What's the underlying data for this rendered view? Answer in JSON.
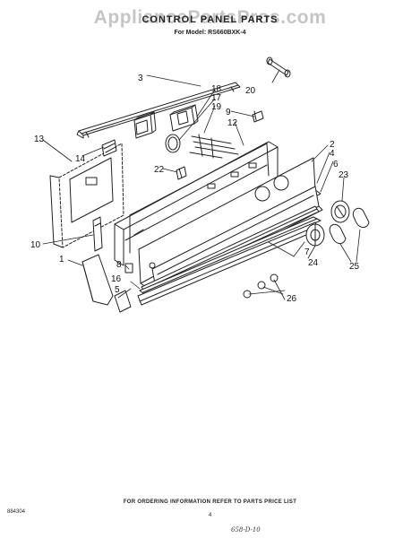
{
  "watermark": "AppliancePartsPros.com",
  "header": {
    "title": "CONTROL PANEL PARTS",
    "model": "For Model: RS660BXK-4"
  },
  "callouts": [
    "1",
    "2",
    "3",
    "4",
    "5",
    "6",
    "7",
    "8",
    "9",
    "10",
    "12",
    "13",
    "14",
    "16",
    "17",
    "18",
    "19",
    "20",
    "22",
    "23",
    "24",
    "25",
    "26"
  ],
  "footer": {
    "note": "FOR ORDERING INFORMATION REFER TO PARTS PRICE LIST",
    "doc_code": "884304",
    "page": "4",
    "handwritten": "658-D-10"
  }
}
